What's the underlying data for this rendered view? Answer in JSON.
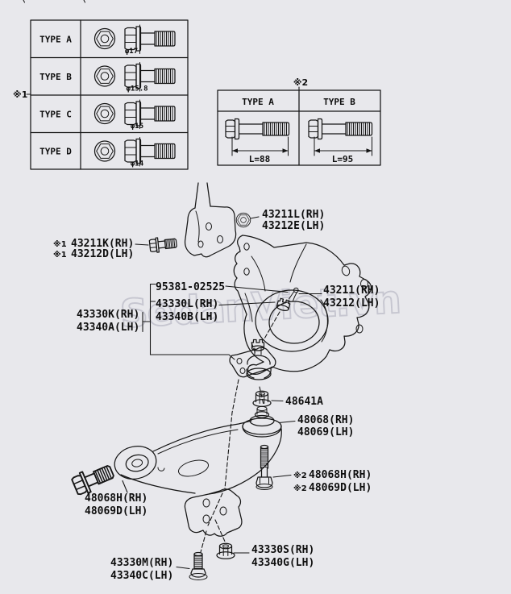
{
  "page": {
    "background": "#e8e8ec",
    "line_color": "#161616",
    "watermark": {
      "text": "SedanViet.vn",
      "color": "#c6c6d0"
    }
  },
  "bolt_type_table": {
    "marker": "※1",
    "rows": [
      {
        "type": "TYPE A",
        "diameter": "φ17"
      },
      {
        "type": "TYPE B",
        "diameter": "φ15.8"
      },
      {
        "type": "TYPE C",
        "diameter": "φ15"
      },
      {
        "type": "TYPE D",
        "diameter": "φ14"
      }
    ]
  },
  "bolt_length_table": {
    "marker": "※2",
    "columns": [
      {
        "type": "TYPE A",
        "length": "L=88"
      },
      {
        "type": "TYPE B",
        "length": "L=95"
      }
    ]
  },
  "part_labels": {
    "strut_to_knuckle_bolt_upper": {
      "rh": "43211L(RH)",
      "lh": "43212E(LH)"
    },
    "strut_to_knuckle_bolt_lower": {
      "marker": "※1",
      "rh": "43211K(RH)",
      "lh": "43212D(LH)"
    },
    "cotter_pin": {
      "part": "95381-02525"
    },
    "lower_ball_joint_attachment": {
      "rh": "43330L(RH)",
      "lh": "43340B(LH)"
    },
    "lower_ball_joint": {
      "rh": "43330K(RH)",
      "lh": "43340A(LH)"
    },
    "steering_knuckle": {
      "rh": "43211(RH)",
      "lh": "43212(LH)"
    },
    "ball_joint_nut": {
      "part": "48641A"
    },
    "lower_control_arm": {
      "rh": "48068(RH)",
      "lh": "48069(LH)"
    },
    "arm_rear_bolt": {
      "marker": "※2",
      "rh": "48068H(RH)",
      "lh": "48069D(LH)"
    },
    "arm_front_bolt": {
      "rh": "48068H(RH)",
      "lh": "48069D(LH)"
    },
    "arm_bracket_nut": {
      "rh": "43330S(RH)",
      "lh": "43340G(LH)"
    },
    "arm_bracket_stud": {
      "rh": "43330M(RH)",
      "lh": "43340C(LH)"
    }
  }
}
